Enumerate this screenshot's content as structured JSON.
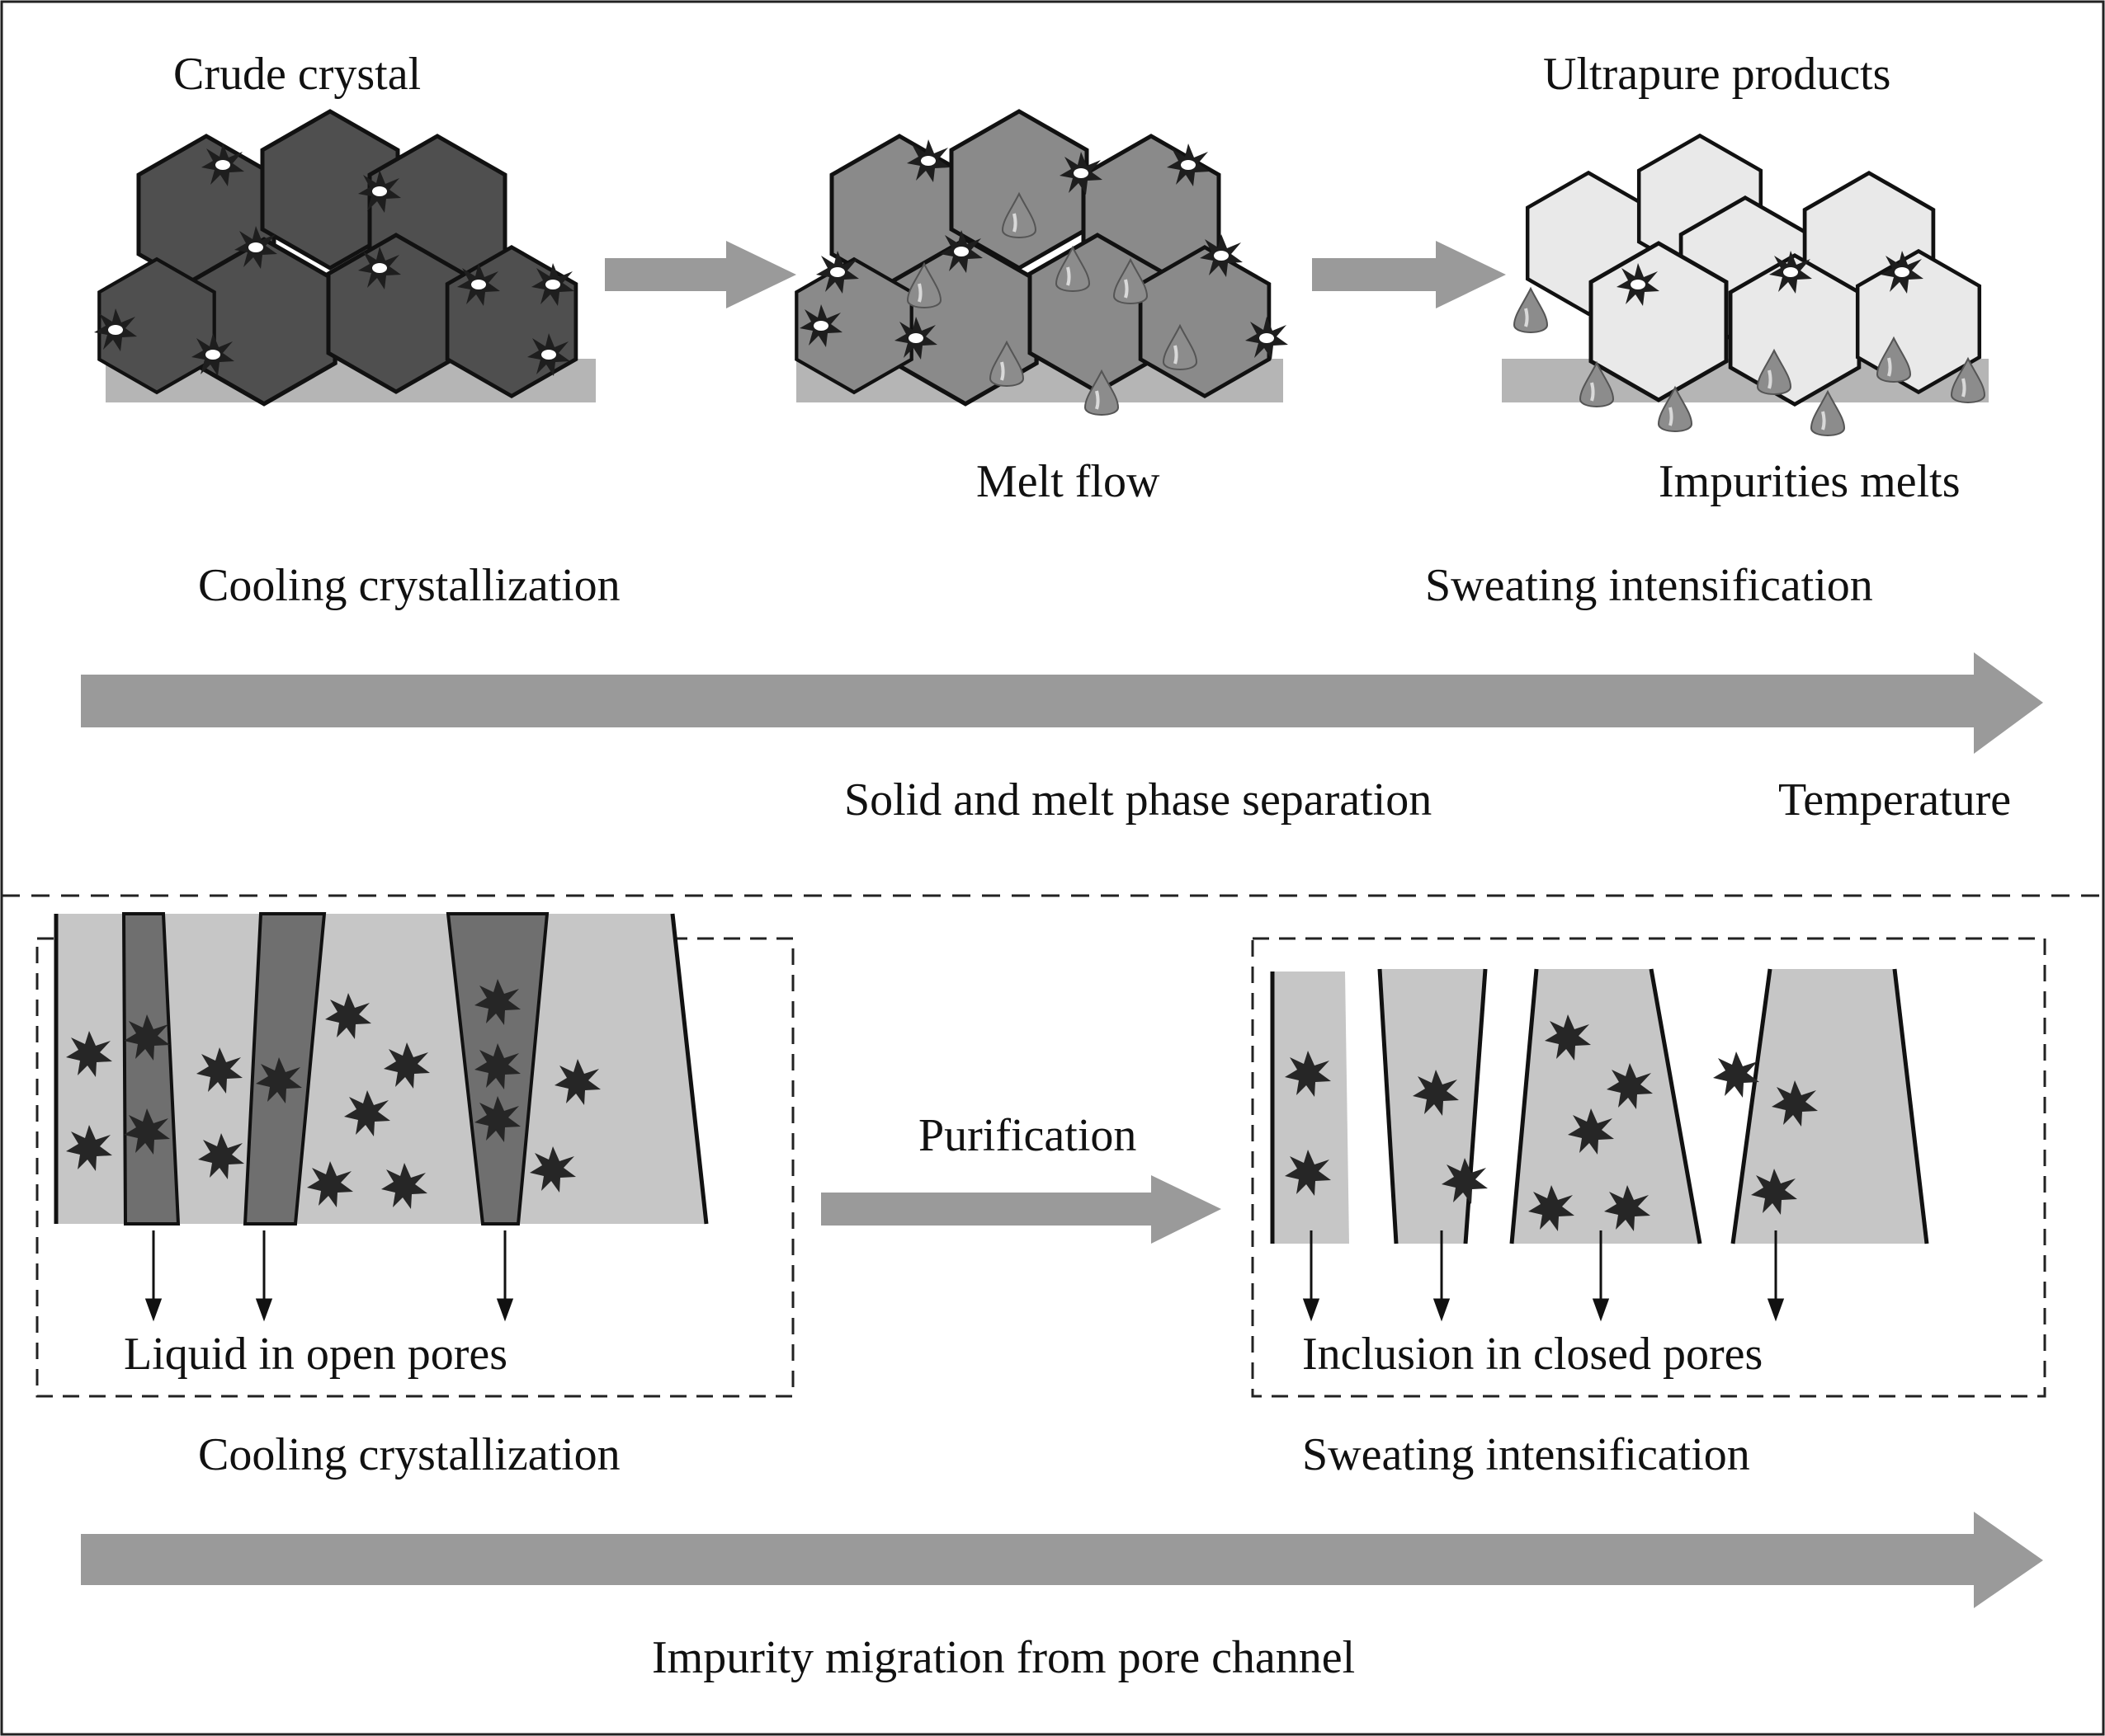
{
  "top": {
    "crude_crystal": "Crude crystal",
    "ultrapure_products": "Ultrapure products",
    "melt_flow": "Melt flow",
    "impurities_melts": "Impurities melts",
    "cooling_crystallization": "Cooling crystallization",
    "sweating_intensification": "Sweating intensification",
    "phase_separation": "Solid and melt phase separation",
    "temperature": "Temperature"
  },
  "bottom": {
    "liquid_open_pores": "Liquid in open pores",
    "purification": "Purification",
    "inclusion_closed_pores": "Inclusion in closed pores",
    "cooling_crystallization": "Cooling crystallization",
    "sweating_intensification": "Sweating intensification",
    "impurity_migration": "Impurity migration from pore channel"
  },
  "colors": {
    "crystal_dark": "#4f4f4f",
    "crystal_mid": "#8a8a8a",
    "crystal_light": "#e9e9e9",
    "substrate": "#b5b5b5",
    "arrow": "#9a9a9a",
    "pore_open": "#6f6f6f",
    "pore_light": "#c6c6c6",
    "impurity": "#262626",
    "droplet": "#8c8c8c"
  }
}
